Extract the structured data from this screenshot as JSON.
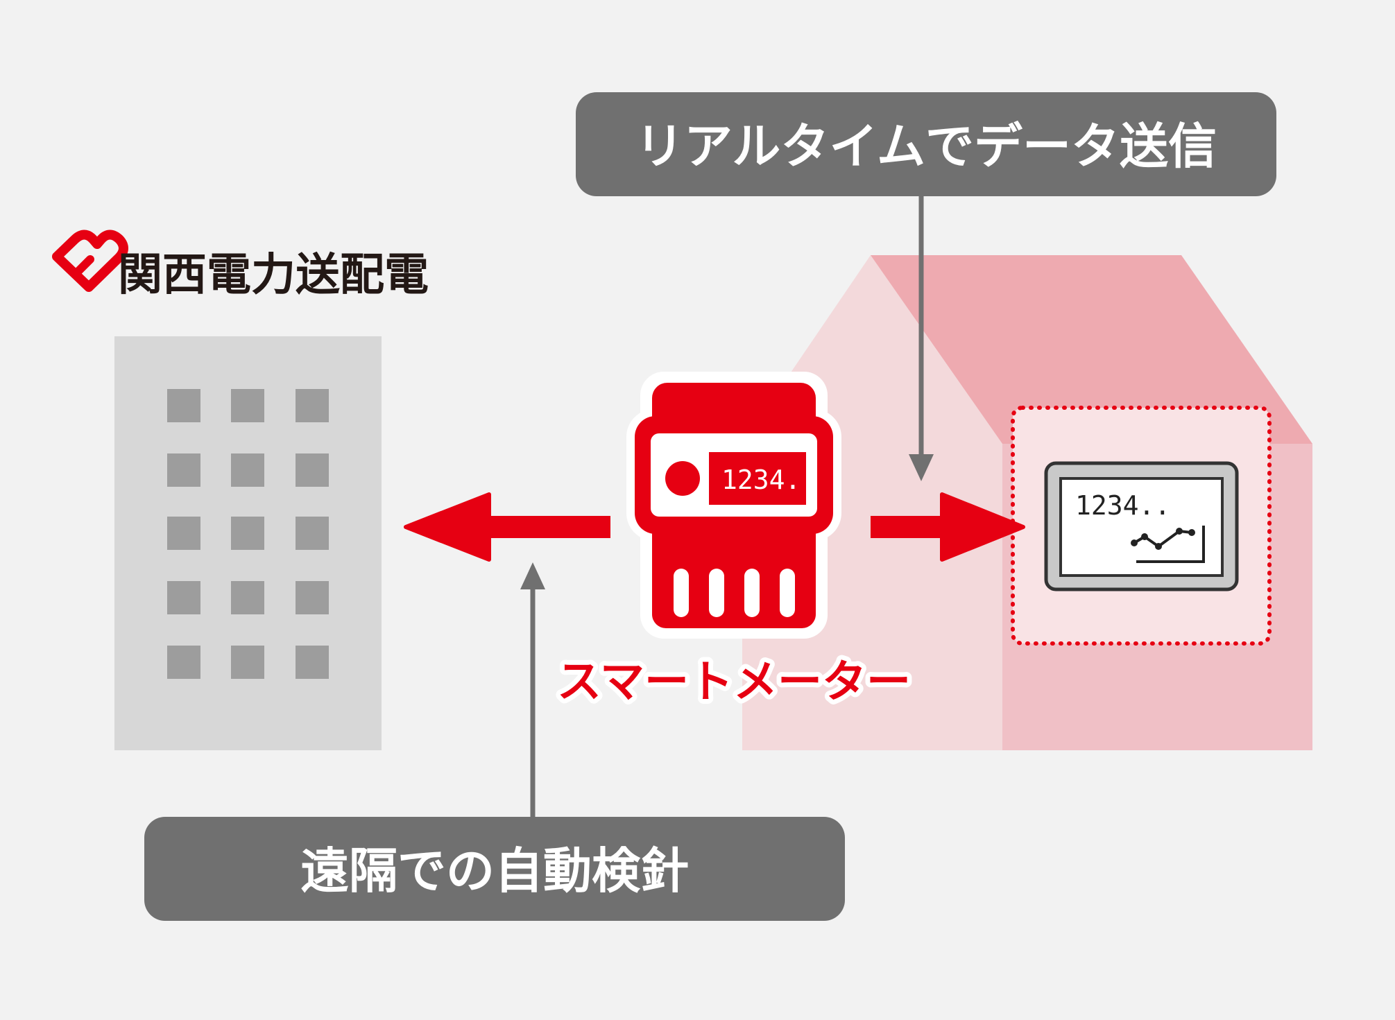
{
  "company": {
    "name": "関西電力送配電",
    "logo_icon": "kansai-heart-logo-icon",
    "brand_color": "#e60012"
  },
  "labels": {
    "realtime_send": "リアルタイムでデータ送信",
    "remote_reading": "遠隔での自動検針",
    "smart_meter": "スマートメーター"
  },
  "meter_display": {
    "reading": "1234.."
  },
  "home_monitor": {
    "reading": "1234.."
  },
  "colors": {
    "background": "#f2f2f2",
    "label_box": "#707070",
    "building": "#d7d7d7",
    "building_window": "#9d9d9d",
    "house_wall_left": "#f3d9db",
    "house_wall_right": "#f0c0c6",
    "house_roof": "#eeaab0",
    "accent_red": "#e60012"
  },
  "icons": [
    "building-icon",
    "house-icon",
    "smart-meter-icon",
    "monitor-icon",
    "arrow-left-icon",
    "arrow-right-icon",
    "arrow-down-icon",
    "arrow-up-icon"
  ]
}
